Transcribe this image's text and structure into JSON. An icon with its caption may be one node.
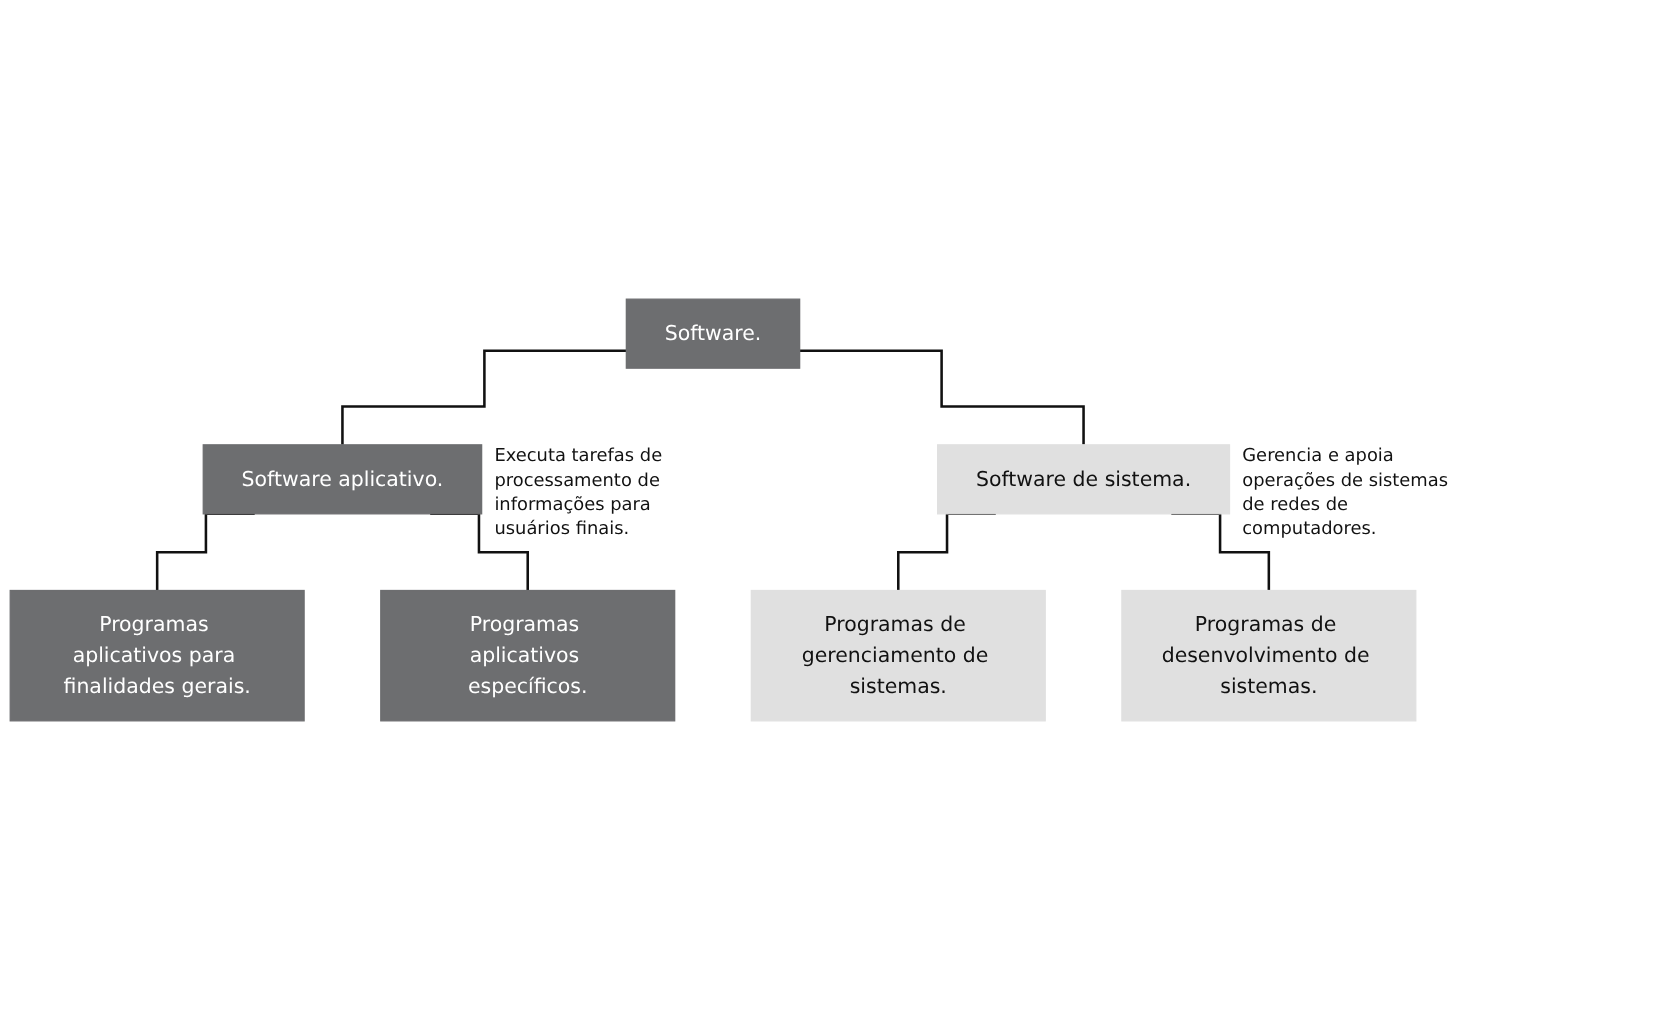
{
  "diagram": {
    "nodes": [
      {
        "text": [
          "Software."
        ]
      },
      {
        "text": [
          "Software aplicativo."
        ],
        "beside": [
          "Executa tarefas de processamento de informações para usuários finais."
        ]
      },
      {
        "text": [
          "Software de sistema."
        ],
        "beside": [
          "Gerencia e apoia operações de sistemas de redes de computadores."
        ]
      },
      {
        "text": [
          "Programas aplicativos para finalidades gerais."
        ]
      },
      {
        "text": [
          "Programas aplicativos específicos."
        ]
      },
      {
        "text": [
          "Programas de gerenciamento de sistemas."
        ]
      },
      {
        "text": [
          "Programas de desenvolvimento de sistemas."
        ]
      }
    ],
    "edges": [
      {
        "from": 0,
        "to": 1,
        "arrow": "none"
      },
      {
        "from": 0,
        "to": 2,
        "arrow": "none"
      },
      {
        "from": 1,
        "to": 3,
        "arrow": "none"
      },
      {
        "from": 1,
        "to": 4,
        "arrow": "none"
      },
      {
        "from": 2,
        "to": 5,
        "arrow": "none"
      },
      {
        "from": 2,
        "to": 6,
        "arrow": "none"
      }
    ]
  }
}
